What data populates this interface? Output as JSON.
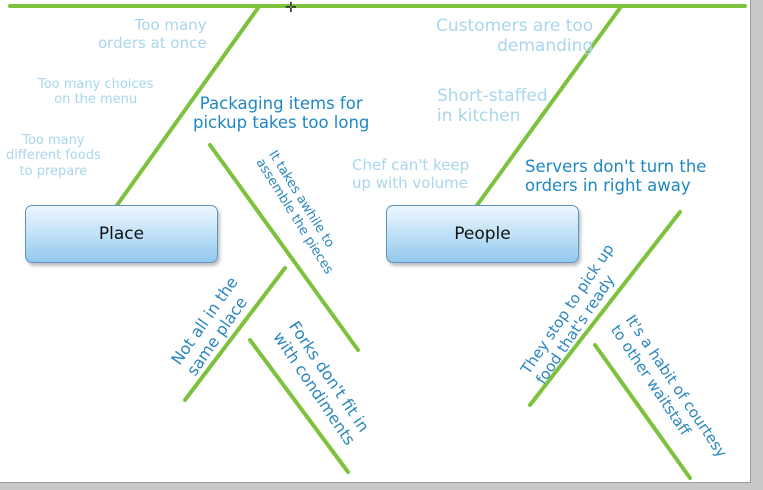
{
  "colors": {
    "line": "#7cc23d",
    "faint_text": "#a9d6ec",
    "cause_text": "#1f87c4",
    "box_fill": "#b7dcf5"
  },
  "categories": {
    "place": "Place",
    "people": "People"
  },
  "faint_causes": {
    "too_many_orders": "Too many\norders at once",
    "too_many_choices": "Too many choices\non the menu",
    "too_many_foods": "Too many\ndifferent foods\nto prepare",
    "customers_demanding": "Customers are too\ndemanding",
    "short_staffed": "Short-staffed\nin kitchen",
    "chef_cant_keep_up": "Chef can't keep\nup with volume"
  },
  "causes": {
    "packaging": "Packaging items for\npickup takes too long",
    "takes_awhile": "It takes awhile to\nassemble the pieces",
    "not_all_same_place": "Not all in the\nsame place",
    "forks_dont_fit": "Forks don't fit in\nwith condiments",
    "servers_dont_turn": "Servers don't turn the\norders in right away",
    "stop_to_pick_up": "They stop to pick up\nfood that's ready",
    "habit_of_courtesy": "It's a habit of courtesy\nto other waitstaff"
  }
}
